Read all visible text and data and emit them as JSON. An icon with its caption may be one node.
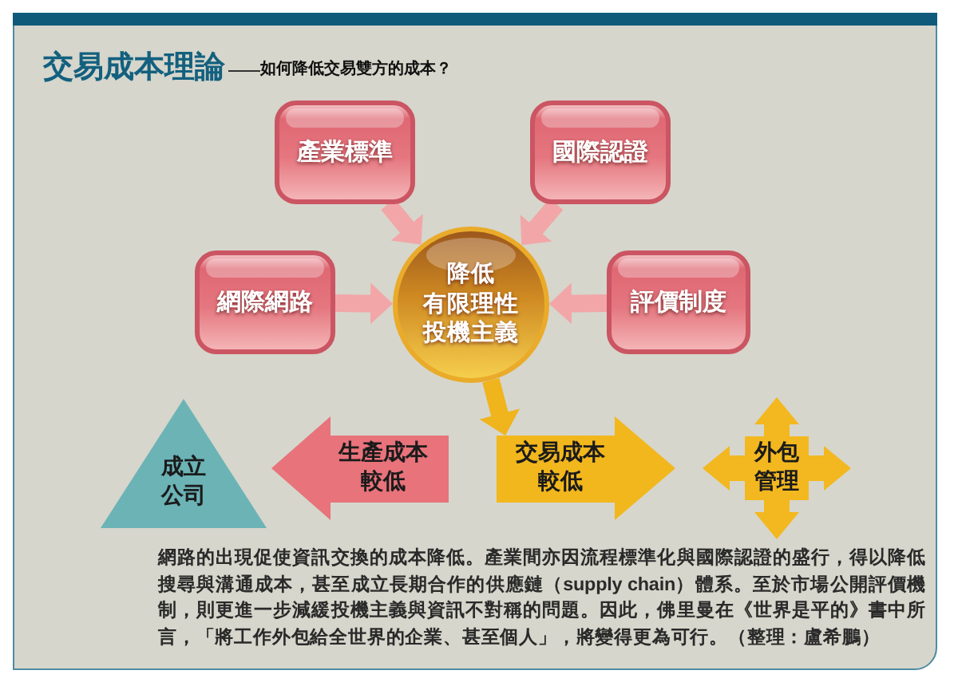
{
  "diagram": {
    "title": "交易成本理論",
    "nodes": [
      {
        "text": [
          "產業標準"
        ]
      },
      {
        "text": [
          "國際認證"
        ]
      },
      {
        "text": [
          "網際網路"
        ]
      },
      {
        "text": [
          "降低",
          "有限理性投機主義"
        ]
      },
      {
        "text": [
          "評價制度"
        ]
      },
      {
        "text": [
          "成立公司"
        ]
      },
      {
        "text": [
          "生產成本較低"
        ]
      },
      {
        "text": [
          "交易成本較低"
        ]
      },
      {
        "text": [
          "外包管理"
        ]
      }
    ],
    "edges": [
      {
        "from": 0,
        "to": 3,
        "arrow": "to"
      },
      {
        "from": 1,
        "to": 3,
        "arrow": "to"
      },
      {
        "from": 2,
        "to": 3,
        "arrow": "to"
      },
      {
        "from": 4,
        "to": 3,
        "arrow": "to"
      },
      {
        "from": 3,
        "to": 7,
        "arrow": "to",
        "color": "#f0b41c"
      }
    ],
    "labels": [
      "如何降低交易雙方的成本？"
    ],
    "caption": "網路的出現促使資訊交換的成本降低。產業間亦因流程標準化與國際認證的盛行，得以降低搜尋與溝通成本，甚至成立長期合作的供應鏈（supply chain）體系。至於市場公開評價機制，則更進一步減緩投機主義與資訊不對稱的問題。因此，佛里曼在《世界是平的》書中所言，「將工作外包給全世界的企業、甚至個人」，將變得更為可行。（整理：盧希鵬）"
  }
}
